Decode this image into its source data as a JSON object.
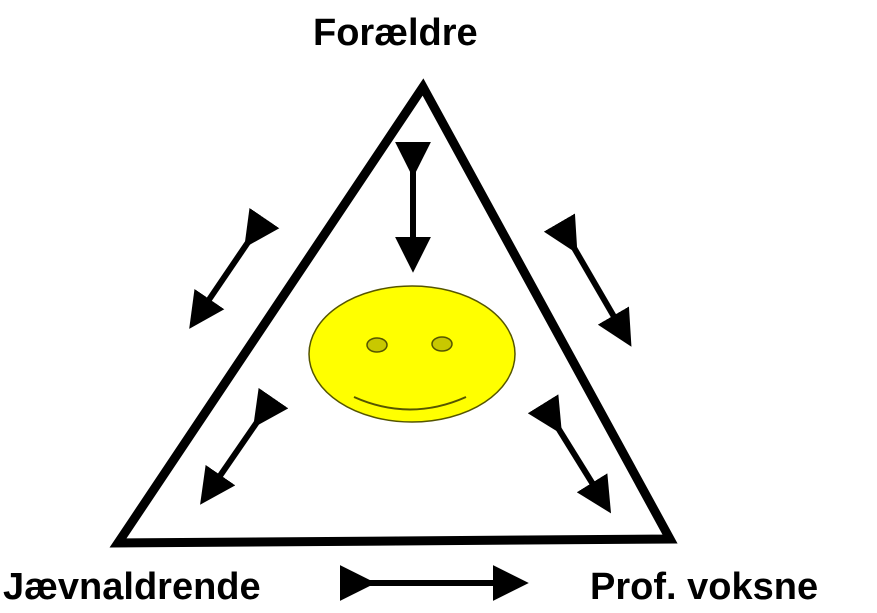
{
  "labels": {
    "top": "Forældre",
    "bottom_left": "Jævnaldrende",
    "bottom_right": "Prof. voksne"
  },
  "colors": {
    "face_fill": "#ffff00",
    "face_stroke": "#555500",
    "eye_fill": "#c8c800",
    "line": "#000000",
    "background": "#ffffff"
  },
  "icons": [
    "smiley-face",
    "double-arrow"
  ]
}
